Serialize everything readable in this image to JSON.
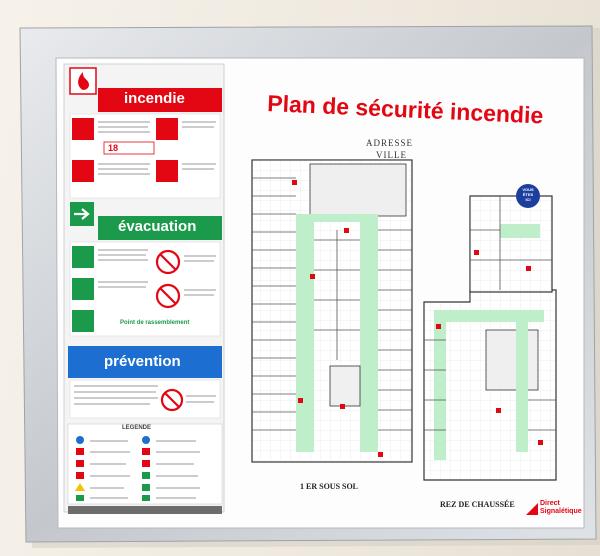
{
  "sign": {
    "title": "Plan de sécurité incendie",
    "sections": {
      "fire": "incendie",
      "evacuation": "évacuation",
      "assembly_point": "Point de rassemblement",
      "prevention": "prévention"
    },
    "fire_number": "18",
    "legend_heading": "LEGENDE",
    "address_line1": "ADRESSE",
    "address_line2": "VILLE",
    "plan_left_label": "1 ER SOUS SOL",
    "plan_right_label": "REZ DE CHAUSSÉE",
    "location_badge": "VOUS ÊTES ICI",
    "brand_line1": "Direct",
    "brand_line2": "Signalétique"
  },
  "colors": {
    "fire_red": "#e30613",
    "evacuation_green": "#1a9a4a",
    "prevention_blue": "#1c6fd1",
    "exit_path_green": "#bfeecb",
    "frame_silver": "#c9ccd0"
  }
}
